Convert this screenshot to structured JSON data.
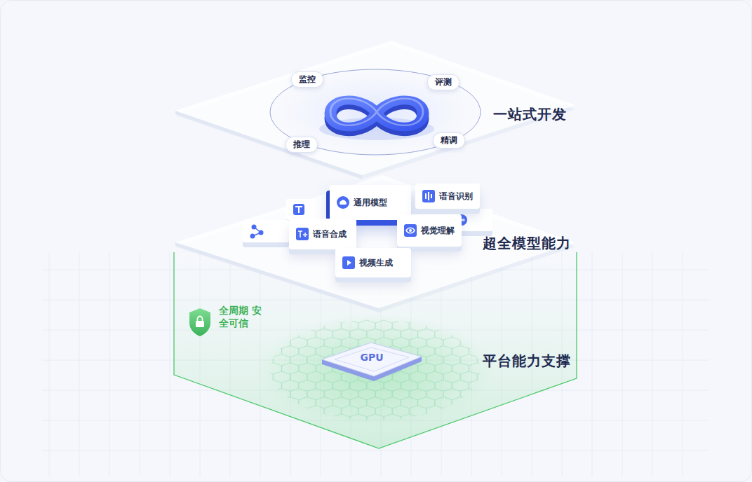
{
  "diagram": {
    "nodes": [
      {
        "text": [
          "一站式开发"
        ]
      },
      {
        "text": [
          "监控"
        ],
        "in": 0
      },
      {
        "text": [
          "评测"
        ],
        "in": 0
      },
      {
        "text": [
          "推理"
        ],
        "in": 0
      },
      {
        "text": [
          "精调"
        ],
        "in": 0
      },
      {
        "text": [
          "超全模型能力"
        ]
      },
      {
        "text": [
          "通用模型"
        ],
        "in": 5
      },
      {
        "text": [
          "语音识别"
        ],
        "in": 5
      },
      {
        "text": [
          "语音合成"
        ],
        "in": 5
      },
      {
        "text": [
          "视觉理解"
        ],
        "in": 5
      },
      {
        "text": [
          "视频生成"
        ],
        "in": 5
      },
      {
        "text": [
          "平台能力支撑"
        ]
      },
      {
        "text": [
          "GPU"
        ],
        "in": 11
      }
    ],
    "labels": [
      "全周期 安全可信"
    ]
  }
}
